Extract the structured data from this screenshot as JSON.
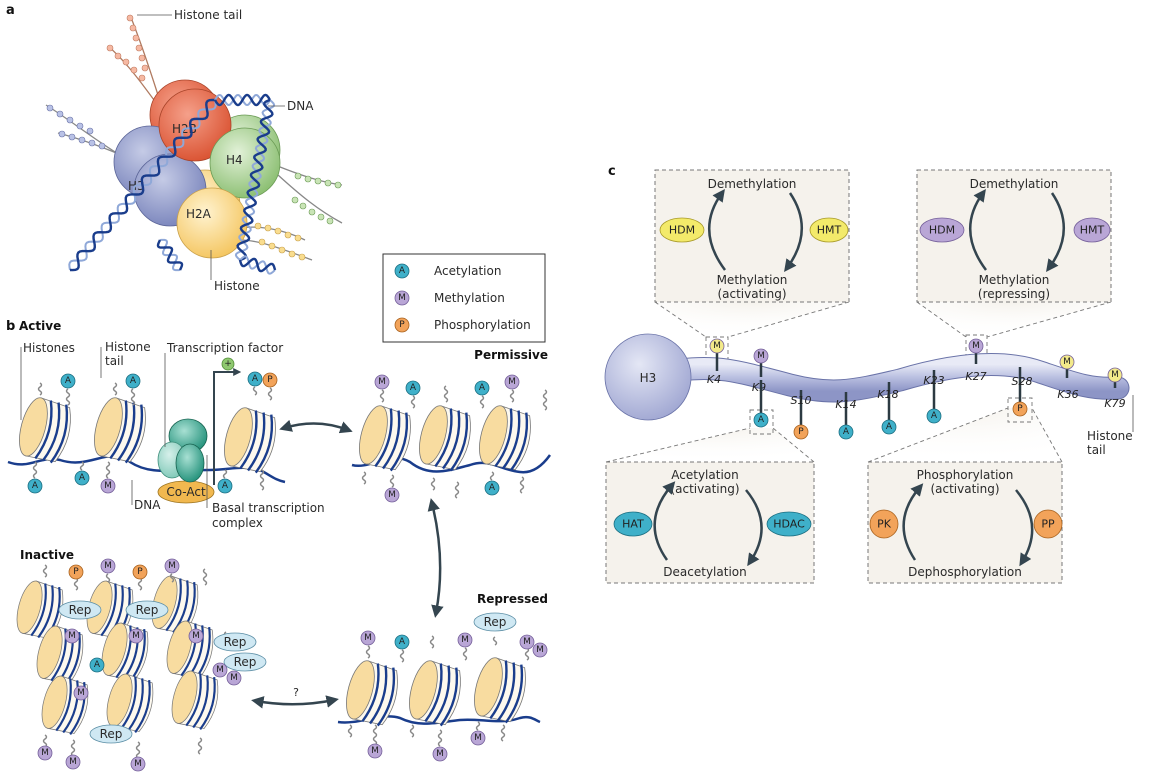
{
  "panels": {
    "a": {
      "label": "a",
      "histones": [
        "H2B",
        "H4",
        "H3",
        "H2A"
      ],
      "callouts": {
        "histone_tail": "Histone tail",
        "dna": "DNA",
        "histone": "Histone"
      }
    },
    "b": {
      "label": "b",
      "states": {
        "active": "Active",
        "permissive": "Permissive",
        "repressed": "Repressed",
        "inactive": "Inactive"
      },
      "callouts": {
        "histones": "Histones",
        "histone_tail_1": "Histone",
        "histone_tail_2": "tail",
        "transcription_factor": "Transcription factor",
        "dna": "DNA",
        "basal_1": "Basal transcription",
        "basal_2": "complex",
        "co_act": "Co-Act",
        "rep": "Rep",
        "plus": "+",
        "question": "?"
      },
      "legend": [
        {
          "symbol": "A",
          "label": "Acetylation",
          "color": "#3fb0c9"
        },
        {
          "symbol": "M",
          "label": "Methylation",
          "color": "#b9a6d6"
        },
        {
          "symbol": "P",
          "label": "Phosphorylation",
          "color": "#f2a35a"
        }
      ]
    },
    "c": {
      "label": "c",
      "core": "H3",
      "tail_label_1": "Histone",
      "tail_label_2": "tail",
      "residues": [
        {
          "name": "K4",
          "mark": "M",
          "side": "up",
          "color": "#f3ea8a"
        },
        {
          "name": "K9",
          "mark": "M",
          "side": "up",
          "color": "#b9a6d6"
        },
        {
          "name": "K9b",
          "display": "",
          "mark": "A",
          "side": "down",
          "color": "#3fb0c9"
        },
        {
          "name": "S10",
          "mark": "P",
          "side": "down",
          "color": "#f2a35a"
        },
        {
          "name": "K14",
          "mark": "A",
          "side": "down",
          "color": "#3fb0c9"
        },
        {
          "name": "K18",
          "mark": "A",
          "side": "down",
          "color": "#3fb0c9"
        },
        {
          "name": "K23",
          "mark": "A",
          "side": "down",
          "color": "#3fb0c9"
        },
        {
          "name": "K27",
          "mark": "M",
          "side": "up",
          "color": "#b9a6d6"
        },
        {
          "name": "S28",
          "mark": "P",
          "side": "down",
          "color": "#f2a35a"
        },
        {
          "name": "K36",
          "mark": "M",
          "side": "up",
          "color": "#f3ea8a"
        },
        {
          "name": "K79",
          "mark": "M",
          "side": "up",
          "color": "#f3ea8a"
        }
      ],
      "boxes": {
        "meth_act": {
          "top": "Demethylation",
          "bottom1": "Methylation",
          "bottom2": "(activating)",
          "left": "HDM",
          "right": "HMT",
          "color": "#f3ea8a"
        },
        "meth_rep": {
          "top": "Demethylation",
          "bottom1": "Methylation",
          "bottom2": "(repressing)",
          "left": "HDM",
          "right": "HMT",
          "color": "#b9a6d6"
        },
        "acet": {
          "top1": "Acetylation",
          "top2": "(activating)",
          "bottom": "Deacetylation",
          "left": "HAT",
          "right": "HDAC",
          "color": "#3fb0c9"
        },
        "phos": {
          "top1": "Phosphorylation",
          "top2": "(activating)",
          "bottom": "Dephosphorylation",
          "left": "PK",
          "right": "PP",
          "color": "#f2a35a"
        }
      }
    }
  },
  "colors": {
    "h2b": "#e0603f",
    "h4": "#9ccb84",
    "h3": "#8c96c8",
    "h2a": "#f7cf7a",
    "dna_dark": "#1a3d8c",
    "dna_light": "#8fa8d8",
    "box_fill": "#f5f2ec",
    "arrow": "#34454f"
  }
}
